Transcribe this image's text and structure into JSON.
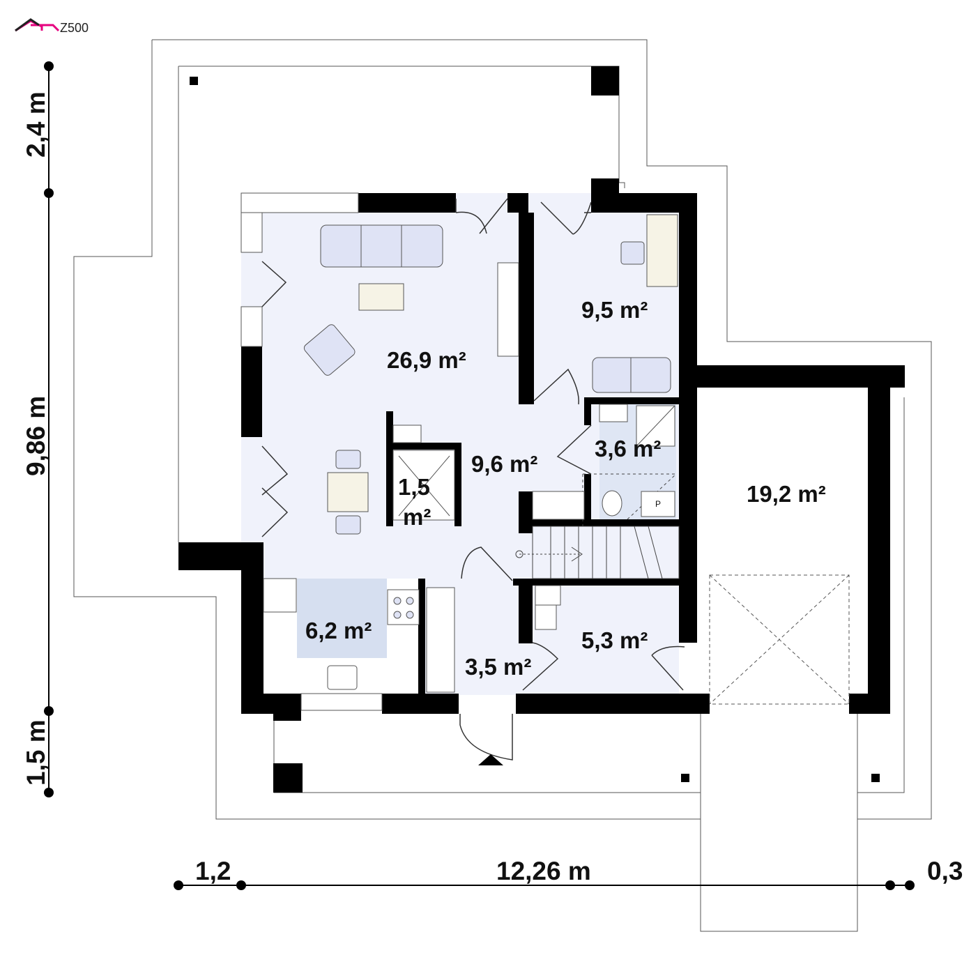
{
  "brand": {
    "logo_text": "Z500",
    "logo_color": "#e6007e"
  },
  "colors": {
    "floor": "#f0f2fb",
    "accent_floor": "#d6dff0",
    "wall": "#000000",
    "furniture": "#dfe3f5"
  },
  "rooms": {
    "living": "26,9 m²",
    "office": "9,5 m²",
    "hall": "9,6 m²",
    "pantry_line1": "1,5",
    "pantry_line2": "m²",
    "bathroom": "3,6 m²",
    "garage": "19,2 m²",
    "kitchen": "6,2 m²",
    "vestibule": "3,5 m²",
    "boiler": "5,3 m²"
  },
  "dimensions": {
    "top_ext": "2,4 m",
    "depth": "9,86 m",
    "bottom_ext": "1,5 m",
    "left_ext": "1,2",
    "width": "12,26 m",
    "right_ext": "0,3"
  },
  "symbols": {
    "parking_mark": "P"
  }
}
